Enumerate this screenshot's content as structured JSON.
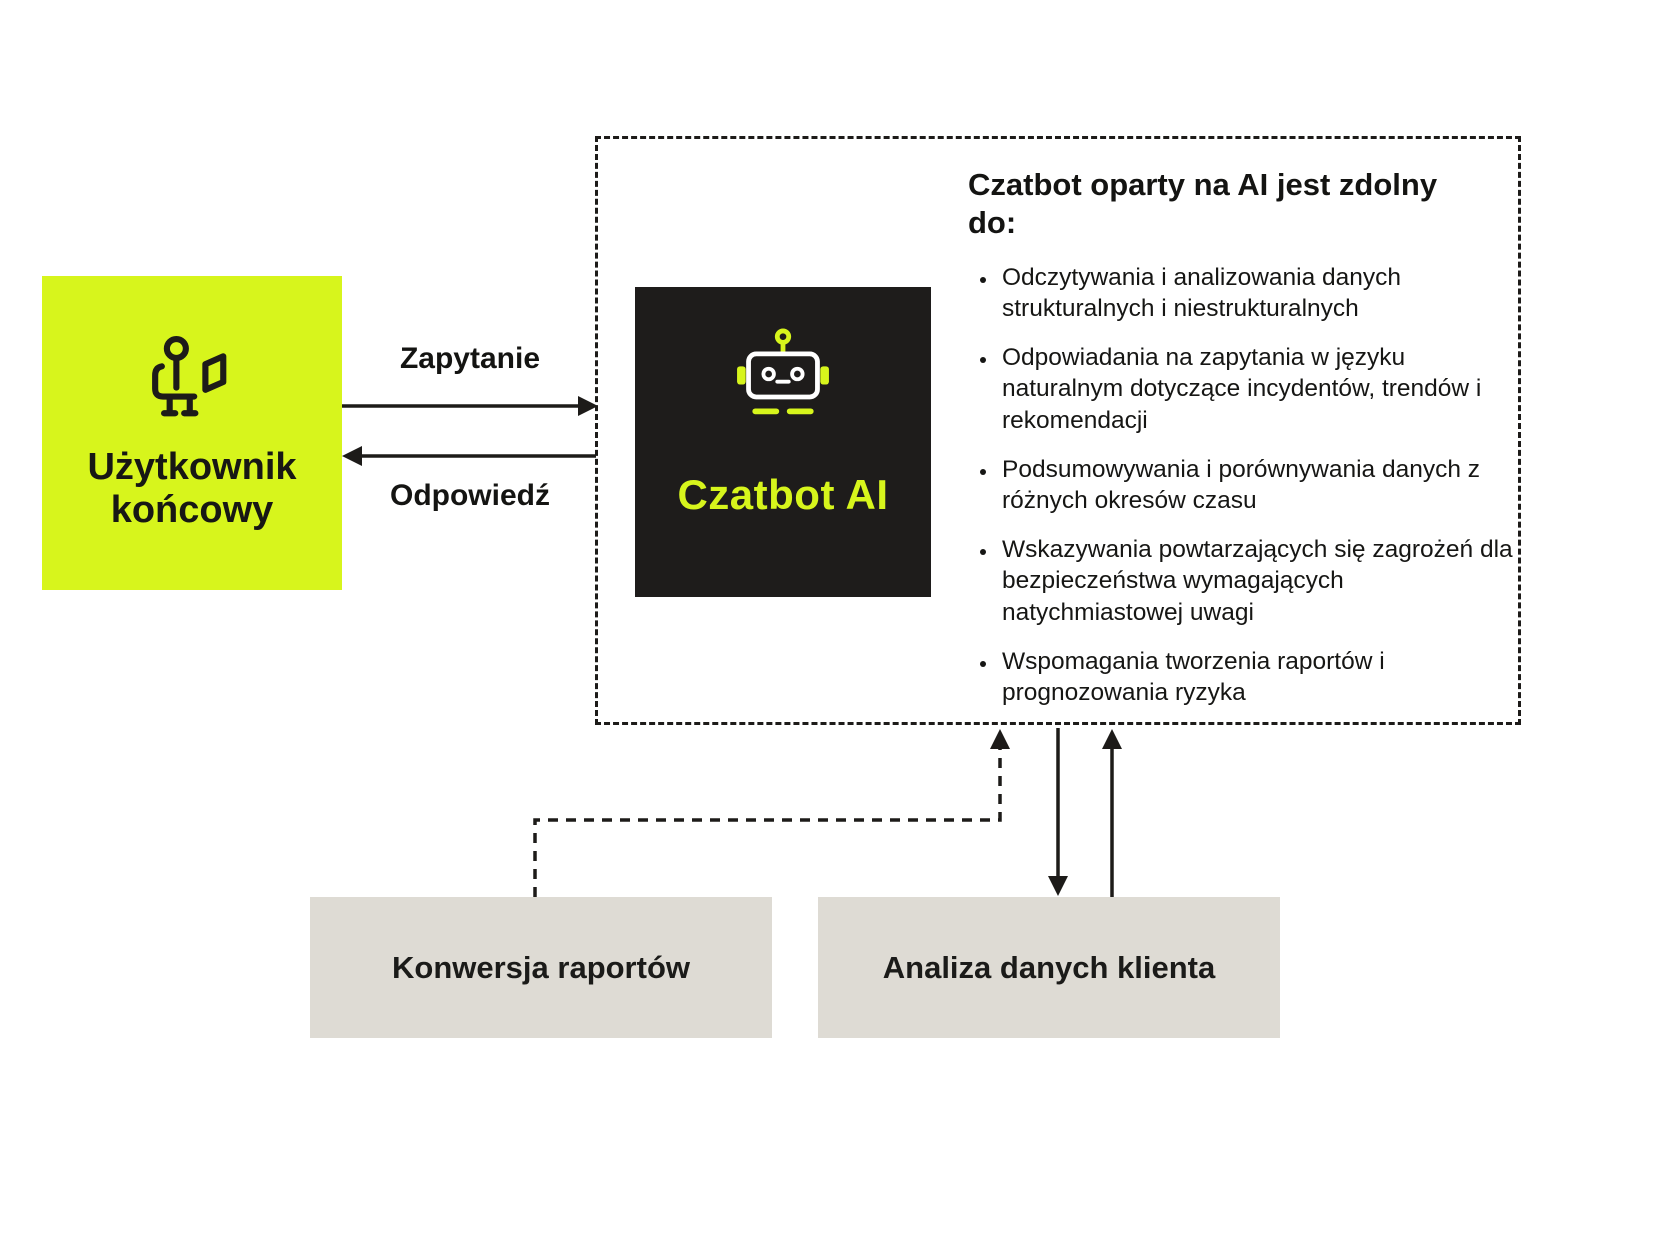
{
  "user_box": {
    "label": "Użytkownik końcowy"
  },
  "arrows": {
    "query": "Zapytanie",
    "response": "Odpowiedź"
  },
  "chatbot": {
    "label": "Czatbot AI"
  },
  "capabilities": {
    "title": "Czatbot oparty na AI jest zdolny do:",
    "items": [
      "Odczytywania i analizowania danych strukturalnych i niestrukturalnych",
      "Odpowiadania na zapytania w języku naturalnym dotyczące incydentów, trendów i rekomendacji",
      "Podsumowywania i porównywania danych z różnych okresów czasu",
      "Wskazywania powtarzających się zagrożeń dla bezpieczeństwa wymagających natychmiastowej uwagi",
      "Wspomagania tworzenia raportów i prognozowania ryzyka"
    ]
  },
  "bottom_boxes": {
    "reports": "Konwersja raportów",
    "analysis": "Analiza danych klienta"
  },
  "colors": {
    "accent_green": "#d7f51c",
    "dark": "#1e1c1b",
    "gray_box": "#dedbd4"
  }
}
